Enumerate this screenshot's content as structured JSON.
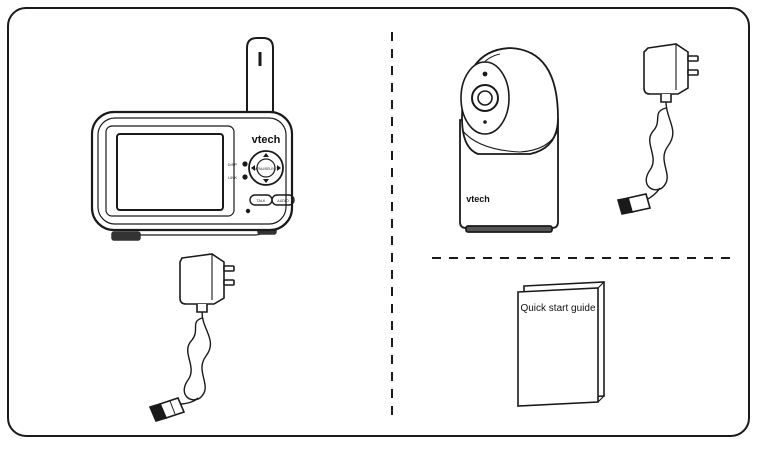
{
  "parent_unit": {
    "brand": "vtech",
    "indicator_top": "DISP",
    "indicator_bottom": "LINK",
    "nav_center": "MENU/SELECT",
    "button_left": "TALK",
    "button_right": "AUDIO"
  },
  "camera": {
    "brand": "vtech"
  },
  "guide": {
    "title": "Quick start guide"
  }
}
